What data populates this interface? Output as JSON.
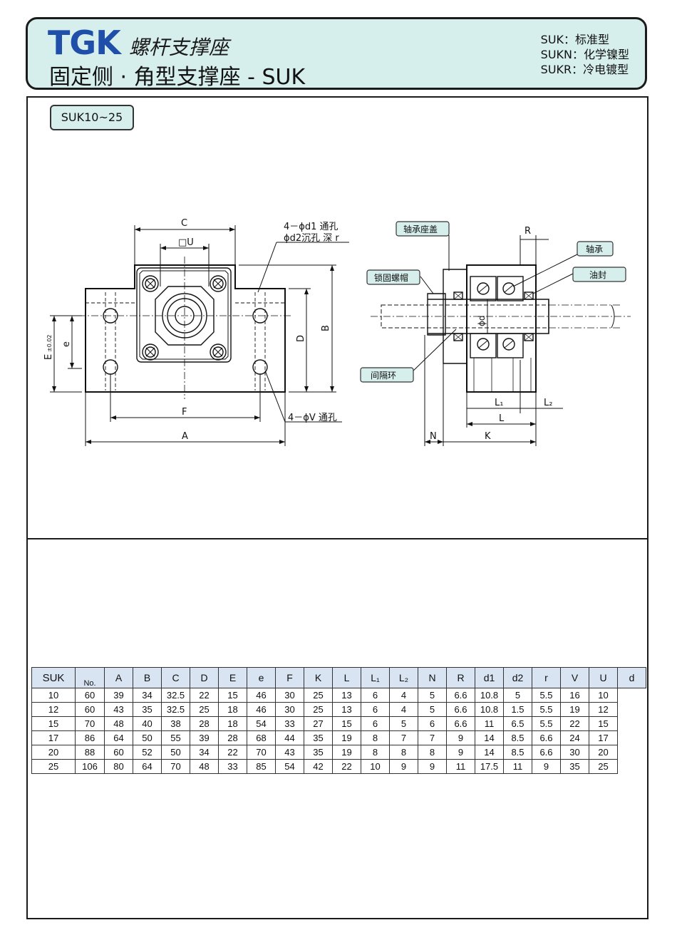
{
  "header": {
    "brand": "TGK",
    "subtitle": "螺杆支撑座",
    "title": "固定侧 · 角型支撑座 - SUK",
    "variants": [
      {
        "code": "SUK",
        "desc": "：标准型"
      },
      {
        "code": "SUKN",
        "desc": "：化学镍型"
      },
      {
        "code": "SUKR",
        "desc": "：冷电镀型"
      }
    ]
  },
  "model_range": "SUK10~25",
  "drawing": {
    "dims_front": {
      "C": "C",
      "U": "□U",
      "B": "B",
      "D": "D",
      "e": "e",
      "E": "E",
      "E_tol": "±0.02",
      "F": "F",
      "A": "A"
    },
    "hole_note_1": "4－ϕd1 通孔",
    "hole_note_2": "ϕd2沉孔 深 r",
    "hole_note_3": "4－ϕV 通孔",
    "callouts": {
      "cover": "轴承座盖",
      "locknut": "锁固螺帽",
      "spacer": "间隔环",
      "bearing": "轴承",
      "seal": "油封"
    },
    "dims_side": {
      "R": "R",
      "d": "ϕd",
      "L1": "L₁",
      "L2": "L₂",
      "L": "L",
      "N": "N",
      "K": "K"
    }
  },
  "table": {
    "series": "SUK",
    "no_label": "No.",
    "columns": [
      "A",
      "B",
      "C",
      "D",
      "E",
      "e",
      "F",
      "K",
      "L",
      "L₁",
      "L₂",
      "N",
      "R",
      "d1",
      "d2",
      "r",
      "V",
      "U",
      "d"
    ],
    "rows": [
      [
        "10",
        "60",
        "39",
        "34",
        "32.5",
        "22",
        "15",
        "46",
        "30",
        "25",
        "13",
        "6",
        "4",
        "5",
        "6.6",
        "10.8",
        "5",
        "5.5",
        "16",
        "10"
      ],
      [
        "12",
        "60",
        "43",
        "35",
        "32.5",
        "25",
        "18",
        "46",
        "30",
        "25",
        "13",
        "6",
        "4",
        "5",
        "6.6",
        "10.8",
        "1.5",
        "5.5",
        "19",
        "12"
      ],
      [
        "15",
        "70",
        "48",
        "40",
        "38",
        "28",
        "18",
        "54",
        "33",
        "27",
        "15",
        "6",
        "5",
        "6",
        "6.6",
        "11",
        "6.5",
        "5.5",
        "22",
        "15"
      ],
      [
        "17",
        "86",
        "64",
        "50",
        "55",
        "39",
        "28",
        "68",
        "44",
        "35",
        "19",
        "8",
        "7",
        "7",
        "9",
        "14",
        "8.5",
        "6.6",
        "24",
        "17"
      ],
      [
        "20",
        "88",
        "60",
        "52",
        "50",
        "34",
        "22",
        "70",
        "43",
        "35",
        "19",
        "8",
        "8",
        "8",
        "9",
        "14",
        "8.5",
        "6.6",
        "30",
        "20"
      ],
      [
        "25",
        "106",
        "80",
        "64",
        "70",
        "48",
        "33",
        "85",
        "54",
        "42",
        "22",
        "10",
        "9",
        "9",
        "11",
        "17.5",
        "11",
        "9",
        "35",
        "25"
      ]
    ]
  }
}
